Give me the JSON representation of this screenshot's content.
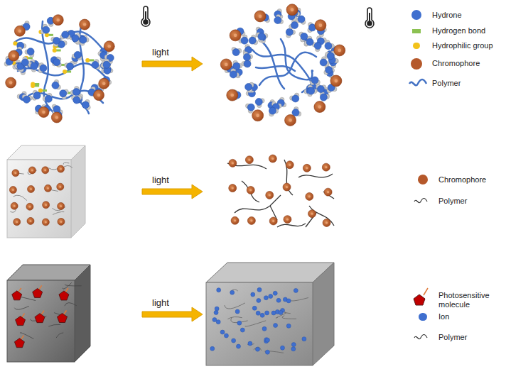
{
  "diagram": {
    "labels": [
      "light",
      "light",
      "light"
    ],
    "legend": [
      {
        "text": "Hydrone",
        "color": "#3f6fcf"
      },
      {
        "text": "Hydrogen bond",
        "color": "#8cc152"
      },
      {
        "text": "Hydrophilic group",
        "color": "#f2c21b"
      },
      {
        "text": "Chromophore",
        "color": "#b5582a"
      },
      {
        "text": "Polymer"
      },
      {
        "text": "Chromophore",
        "color": "#b5582a"
      },
      {
        "text": "Polymer"
      },
      {
        "text": "Photosensitive molecule"
      },
      {
        "text": "Ion",
        "color": "#3f6fcf"
      },
      {
        "text": "Polymer"
      }
    ]
  }
}
